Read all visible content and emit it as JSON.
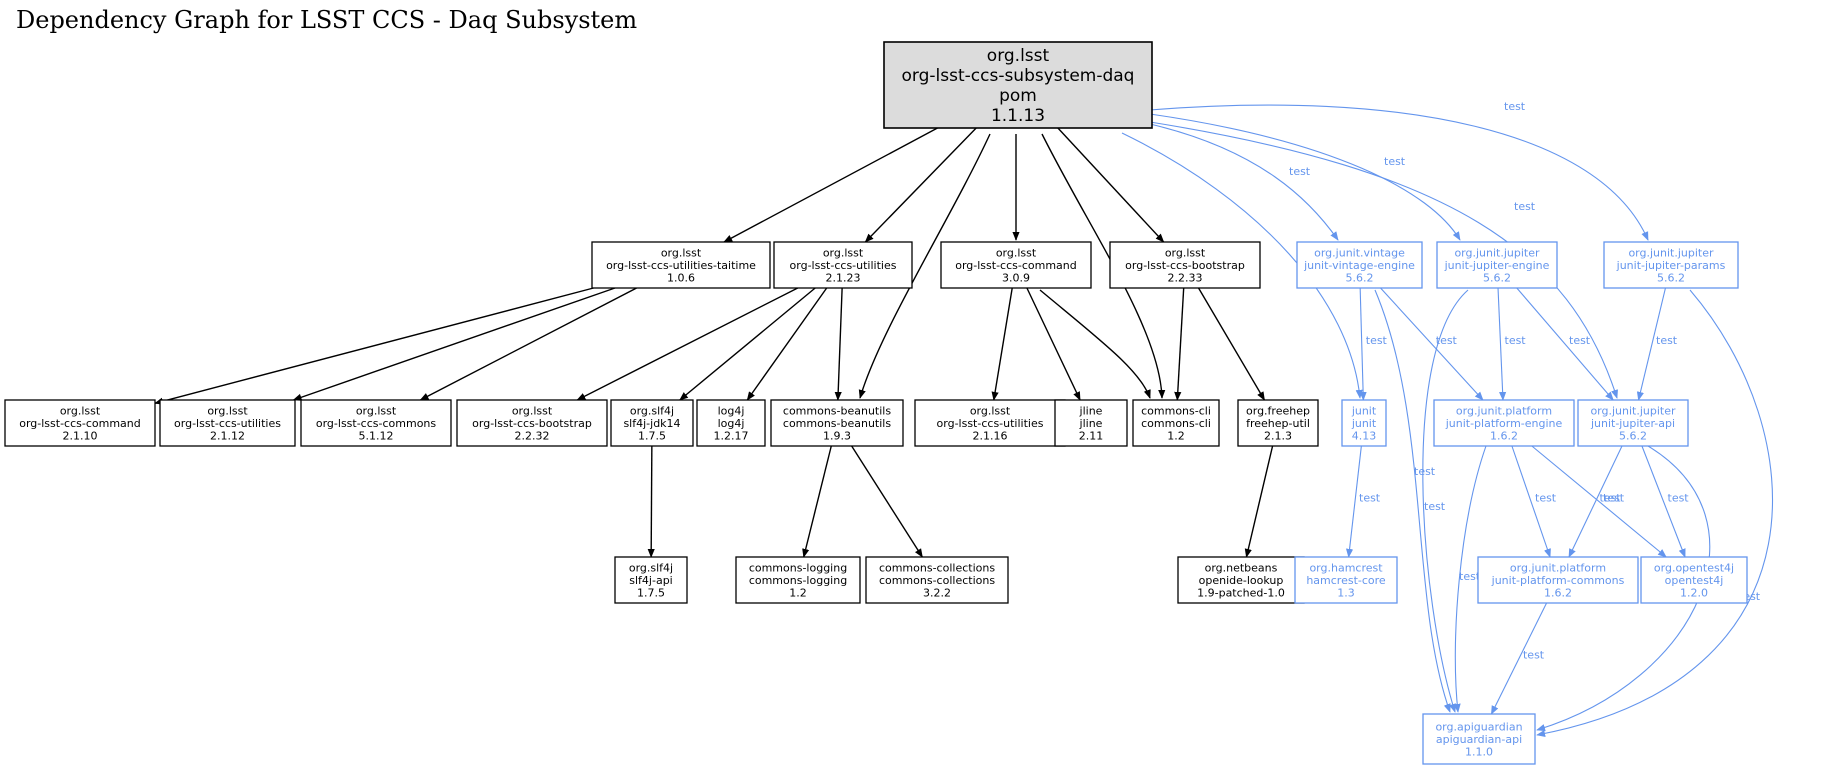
{
  "title": "Dependency Graph for LSST CCS - Daq Subsystem",
  "colors": {
    "compile": "#000000",
    "test": "#6495ed",
    "root_fill": "#dcdcdc",
    "node_fill": "#ffffff"
  },
  "nodes": [
    {
      "id": "root",
      "lines": [
        "org.lsst",
        "org-lsst-ccs-subsystem-daq",
        "pom",
        "1.1.13"
      ],
      "kind": "root"
    },
    {
      "id": "taitime",
      "lines": [
        "org.lsst",
        "org-lsst-ccs-utilities-taitime",
        "1.0.6"
      ],
      "kind": "compile"
    },
    {
      "id": "utilities-2123",
      "lines": [
        "org.lsst",
        "org-lsst-ccs-utilities",
        "2.1.23"
      ],
      "kind": "compile"
    },
    {
      "id": "command-309",
      "lines": [
        "org.lsst",
        "org-lsst-ccs-command",
        "3.0.9"
      ],
      "kind": "compile"
    },
    {
      "id": "bootstrap-2233",
      "lines": [
        "org.lsst",
        "org-lsst-ccs-bootstrap",
        "2.2.33"
      ],
      "kind": "compile"
    },
    {
      "id": "vintage-engine",
      "lines": [
        "org.junit.vintage",
        "junit-vintage-engine",
        "5.6.2"
      ],
      "kind": "test"
    },
    {
      "id": "jupiter-engine",
      "lines": [
        "org.junit.jupiter",
        "junit-jupiter-engine",
        "5.6.2"
      ],
      "kind": "test"
    },
    {
      "id": "jupiter-params",
      "lines": [
        "org.junit.jupiter",
        "junit-jupiter-params",
        "5.6.2"
      ],
      "kind": "test"
    },
    {
      "id": "command-2110",
      "lines": [
        "org.lsst",
        "org-lsst-ccs-command",
        "2.1.10"
      ],
      "kind": "compile"
    },
    {
      "id": "utilities-2112",
      "lines": [
        "org.lsst",
        "org-lsst-ccs-utilities",
        "2.1.12"
      ],
      "kind": "compile"
    },
    {
      "id": "commons-5112",
      "lines": [
        "org.lsst",
        "org-lsst-ccs-commons",
        "5.1.12"
      ],
      "kind": "compile"
    },
    {
      "id": "bootstrap-2232",
      "lines": [
        "org.lsst",
        "org-lsst-ccs-bootstrap",
        "2.2.32"
      ],
      "kind": "compile"
    },
    {
      "id": "slf4j-jdk14",
      "lines": [
        "org.slf4j",
        "slf4j-jdk14",
        "1.7.5"
      ],
      "kind": "compile"
    },
    {
      "id": "log4j",
      "lines": [
        "log4j",
        "log4j",
        "1.2.17"
      ],
      "kind": "compile"
    },
    {
      "id": "beanutils",
      "lines": [
        "commons-beanutils",
        "commons-beanutils",
        "1.9.3"
      ],
      "kind": "compile"
    },
    {
      "id": "utilities-2116",
      "lines": [
        "org.lsst",
        "org-lsst-ccs-utilities",
        "2.1.16"
      ],
      "kind": "compile"
    },
    {
      "id": "jline",
      "lines": [
        "jline",
        "jline",
        "2.11"
      ],
      "kind": "compile"
    },
    {
      "id": "commons-cli",
      "lines": [
        "commons-cli",
        "commons-cli",
        "1.2"
      ],
      "kind": "compile"
    },
    {
      "id": "freehep-util",
      "lines": [
        "org.freehep",
        "freehep-util",
        "2.1.3"
      ],
      "kind": "compile"
    },
    {
      "id": "junit",
      "lines": [
        "junit",
        "junit",
        "4.13"
      ],
      "kind": "test"
    },
    {
      "id": "platform-engine",
      "lines": [
        "org.junit.platform",
        "junit-platform-engine",
        "1.6.2"
      ],
      "kind": "test"
    },
    {
      "id": "jupiter-api",
      "lines": [
        "org.junit.jupiter",
        "junit-jupiter-api",
        "5.6.2"
      ],
      "kind": "test"
    },
    {
      "id": "slf4j-api",
      "lines": [
        "org.slf4j",
        "slf4j-api",
        "1.7.5"
      ],
      "kind": "compile"
    },
    {
      "id": "commons-logging",
      "lines": [
        "commons-logging",
        "commons-logging",
        "1.2"
      ],
      "kind": "compile"
    },
    {
      "id": "commons-collections",
      "lines": [
        "commons-collections",
        "commons-collections",
        "3.2.2"
      ],
      "kind": "compile"
    },
    {
      "id": "openide-lookup",
      "lines": [
        "org.netbeans",
        "openide-lookup",
        "1.9-patched-1.0"
      ],
      "kind": "compile"
    },
    {
      "id": "hamcrest",
      "lines": [
        "org.hamcrest",
        "hamcrest-core",
        "1.3"
      ],
      "kind": "test"
    },
    {
      "id": "platform-commons",
      "lines": [
        "org.junit.platform",
        "junit-platform-commons",
        "1.6.2"
      ],
      "kind": "test"
    },
    {
      "id": "opentest4j",
      "lines": [
        "org.opentest4j",
        "opentest4j",
        "1.2.0"
      ],
      "kind": "test"
    },
    {
      "id": "apiguardian",
      "lines": [
        "org.apiguardian",
        "apiguardian-api",
        "1.1.0"
      ],
      "kind": "test"
    }
  ],
  "edges": [
    {
      "from": "root",
      "to": "taitime",
      "kind": "compile",
      "label": ""
    },
    {
      "from": "root",
      "to": "utilities-2123",
      "kind": "compile",
      "label": ""
    },
    {
      "from": "root",
      "to": "beanutils",
      "kind": "compile",
      "label": ""
    },
    {
      "from": "root",
      "to": "command-309",
      "kind": "compile",
      "label": ""
    },
    {
      "from": "root",
      "to": "commons-cli",
      "kind": "compile",
      "label": ""
    },
    {
      "from": "root",
      "to": "bootstrap-2233",
      "kind": "compile",
      "label": ""
    },
    {
      "from": "root",
      "to": "junit",
      "kind": "test",
      "label": "test"
    },
    {
      "from": "root",
      "to": "vintage-engine",
      "kind": "test",
      "label": "test"
    },
    {
      "from": "root",
      "to": "jupiter-engine",
      "kind": "test",
      "label": "test"
    },
    {
      "from": "root",
      "to": "jupiter-api",
      "kind": "test",
      "label": "test"
    },
    {
      "from": "root",
      "to": "jupiter-params",
      "kind": "test",
      "label": "test"
    },
    {
      "from": "taitime",
      "to": "command-2110",
      "kind": "compile",
      "label": ""
    },
    {
      "from": "taitime",
      "to": "utilities-2112",
      "kind": "compile",
      "label": ""
    },
    {
      "from": "taitime",
      "to": "commons-5112",
      "kind": "compile",
      "label": ""
    },
    {
      "from": "utilities-2123",
      "to": "bootstrap-2232",
      "kind": "compile",
      "label": ""
    },
    {
      "from": "utilities-2123",
      "to": "slf4j-jdk14",
      "kind": "compile",
      "label": ""
    },
    {
      "from": "utilities-2123",
      "to": "log4j",
      "kind": "compile",
      "label": ""
    },
    {
      "from": "utilities-2123",
      "to": "beanutils",
      "kind": "compile",
      "label": ""
    },
    {
      "from": "command-309",
      "to": "utilities-2116",
      "kind": "compile",
      "label": ""
    },
    {
      "from": "command-309",
      "to": "jline",
      "kind": "compile",
      "label": ""
    },
    {
      "from": "command-309",
      "to": "commons-cli",
      "kind": "compile",
      "label": ""
    },
    {
      "from": "bootstrap-2233",
      "to": "commons-cli",
      "kind": "compile",
      "label": ""
    },
    {
      "from": "bootstrap-2233",
      "to": "freehep-util",
      "kind": "compile",
      "label": ""
    },
    {
      "from": "slf4j-jdk14",
      "to": "slf4j-api",
      "kind": "compile",
      "label": ""
    },
    {
      "from": "beanutils",
      "to": "commons-logging",
      "kind": "compile",
      "label": ""
    },
    {
      "from": "beanutils",
      "to": "commons-collections",
      "kind": "compile",
      "label": ""
    },
    {
      "from": "freehep-util",
      "to": "openide-lookup",
      "kind": "compile",
      "label": ""
    },
    {
      "from": "vintage-engine",
      "to": "junit",
      "kind": "test",
      "label": "test"
    },
    {
      "from": "vintage-engine",
      "to": "platform-engine",
      "kind": "test",
      "label": "test"
    },
    {
      "from": "vintage-engine",
      "to": "apiguardian",
      "kind": "test",
      "label": "test"
    },
    {
      "from": "jupiter-engine",
      "to": "platform-engine",
      "kind": "test",
      "label": "test"
    },
    {
      "from": "jupiter-engine",
      "to": "jupiter-api",
      "kind": "test",
      "label": "test"
    },
    {
      "from": "jupiter-engine",
      "to": "apiguardian",
      "kind": "test",
      "label": "test"
    },
    {
      "from": "jupiter-params",
      "to": "jupiter-api",
      "kind": "test",
      "label": "test"
    },
    {
      "from": "jupiter-params",
      "to": "apiguardian",
      "kind": "test",
      "label": "test"
    },
    {
      "from": "junit",
      "to": "hamcrest",
      "kind": "test",
      "label": "test"
    },
    {
      "from": "platform-engine",
      "to": "platform-commons",
      "kind": "test",
      "label": "test"
    },
    {
      "from": "platform-engine",
      "to": "opentest4j",
      "kind": "test",
      "label": "test"
    },
    {
      "from": "platform-engine",
      "to": "apiguardian",
      "kind": "test",
      "label": "test"
    },
    {
      "from": "jupiter-api",
      "to": "platform-commons",
      "kind": "test",
      "label": "test"
    },
    {
      "from": "jupiter-api",
      "to": "opentest4j",
      "kind": "test",
      "label": "test"
    },
    {
      "from": "jupiter-api",
      "to": "apiguardian",
      "kind": "test",
      "label": "test"
    },
    {
      "from": "platform-commons",
      "to": "apiguardian",
      "kind": "test",
      "label": "test"
    }
  ]
}
